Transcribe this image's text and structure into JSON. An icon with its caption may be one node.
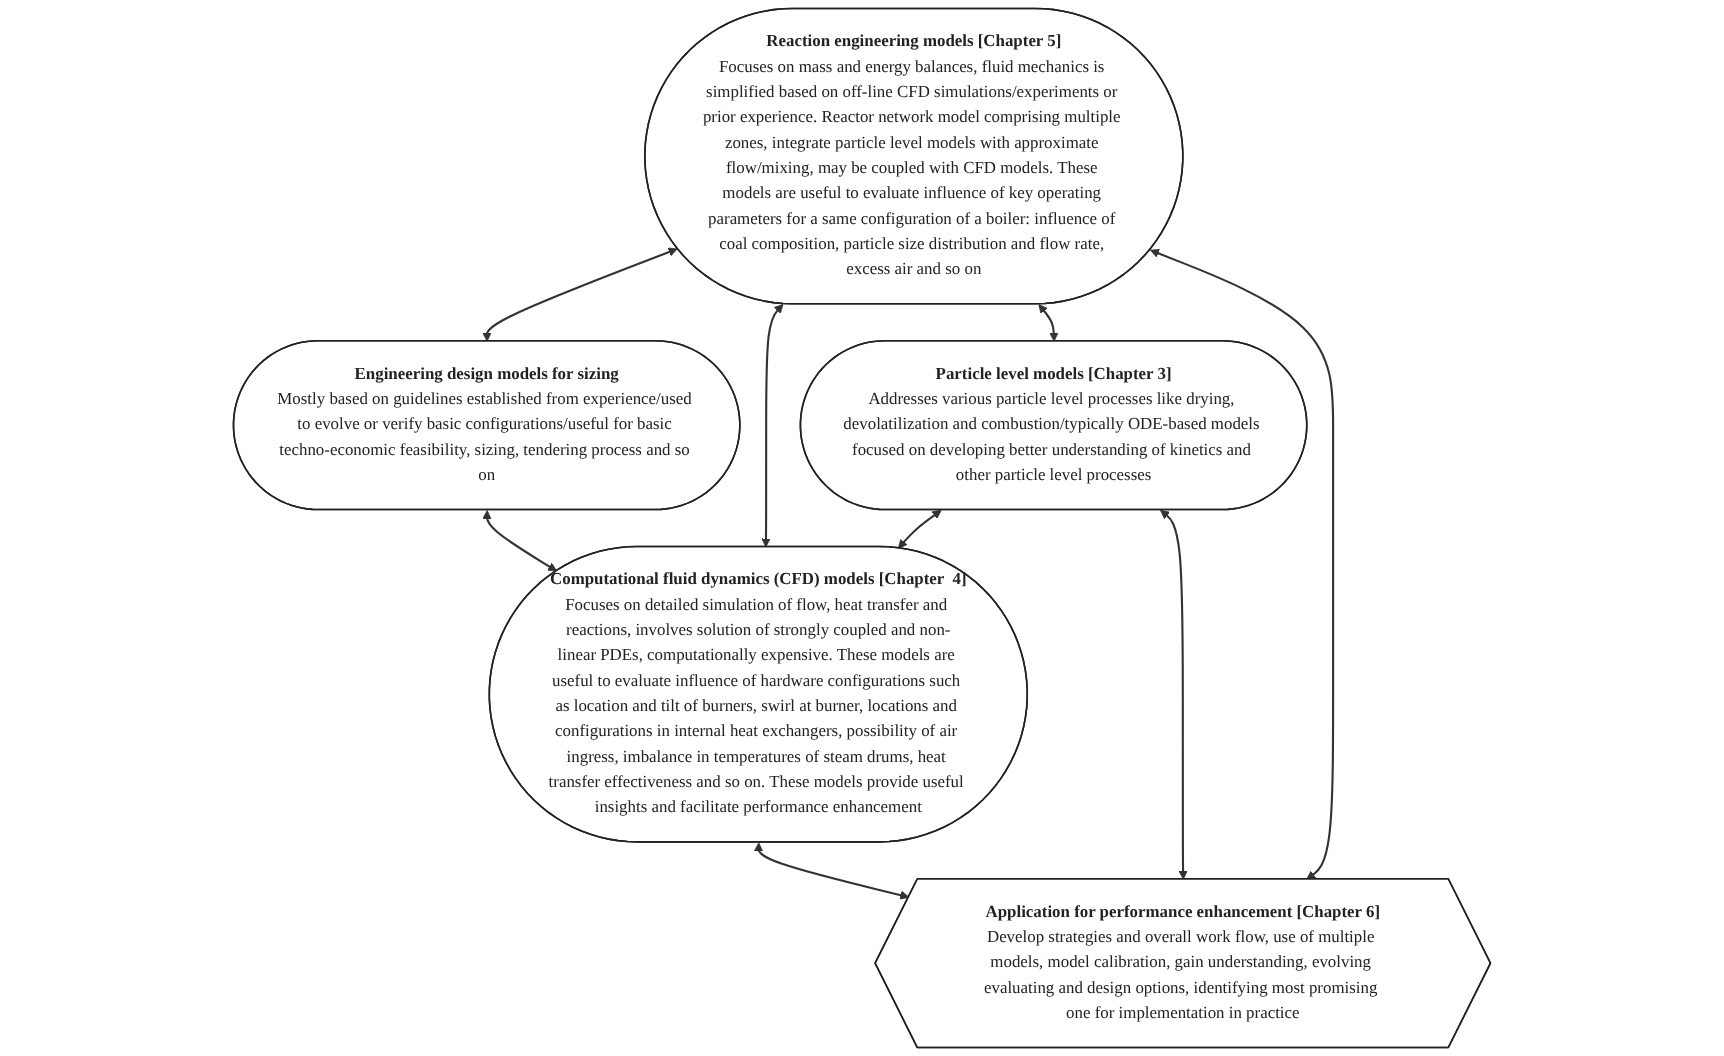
{
  "diagram": {
    "nodes": [
      {
        "text": [
          "Reaction engineering models [Chapter 5]",
          "Focuses on mass and energy balances, fluid mechanics is simplified based on off-line CFD simulations/experiments or prior experience. Reactor network model comprising multiple zones, integrate particle level models with approximate flow/mixing, may be coupled with CFD models. These models are useful to evaluate influence of key operating parameters for a same configuration of a boiler: influence of coal composition, particle size distribution and flow rate, excess air and so on"
        ]
      },
      {
        "text": [
          "Engineering design models for sizing",
          "Mostly based on guidelines established from experience/used to evolve or verify basic configurations/useful for basic techno-economic feasibility, sizing, tendering process and so on"
        ]
      },
      {
        "text": [
          "Computational fluid dynamics (CFD) models [Chapter  4]",
          "Focuses on detailed simulation of flow, heat transfer and reactions, involves solution of strongly coupled and non-linear PDEs, computationally expensive. These models are useful to evaluate influence of hardware configurations such as location and tilt of burners, swirl at burner, locations and configurations in internal heat exchangers, possibility of air ingress, imbalance in temperatures of steam drums, heat transfer effectiveness and so on. These models provide useful insights and facilitate performance enhancement"
        ]
      },
      {
        "text": [
          "Particle level models [Chapter 3]",
          "Addresses various particle level processes like drying, devolatilization and combustion/typically ODE-based models focused on developing better understanding of kinetics and other particle level processes"
        ]
      },
      {
        "text": [
          "Application for performance enhancement [Chapter 6]",
          "Develop strategies and overall work flow, use of multiple models, model calibration, gain understanding, evolving evaluating and design options, identifying most promising one for implementation in practice"
        ]
      }
    ],
    "edges": [
      {
        "from": 0,
        "to": 1,
        "arrow": "both"
      },
      {
        "from": 0,
        "to": 2,
        "arrow": "both"
      },
      {
        "from": 0,
        "to": 3,
        "arrow": "both"
      },
      {
        "from": 1,
        "to": 2,
        "arrow": "both"
      },
      {
        "from": 3,
        "to": 2,
        "arrow": "both"
      },
      {
        "from": 0,
        "to": 4,
        "arrow": "both"
      },
      {
        "from": 3,
        "to": 4,
        "arrow": "both"
      },
      {
        "from": 2,
        "to": 4,
        "arrow": "both"
      }
    ]
  }
}
